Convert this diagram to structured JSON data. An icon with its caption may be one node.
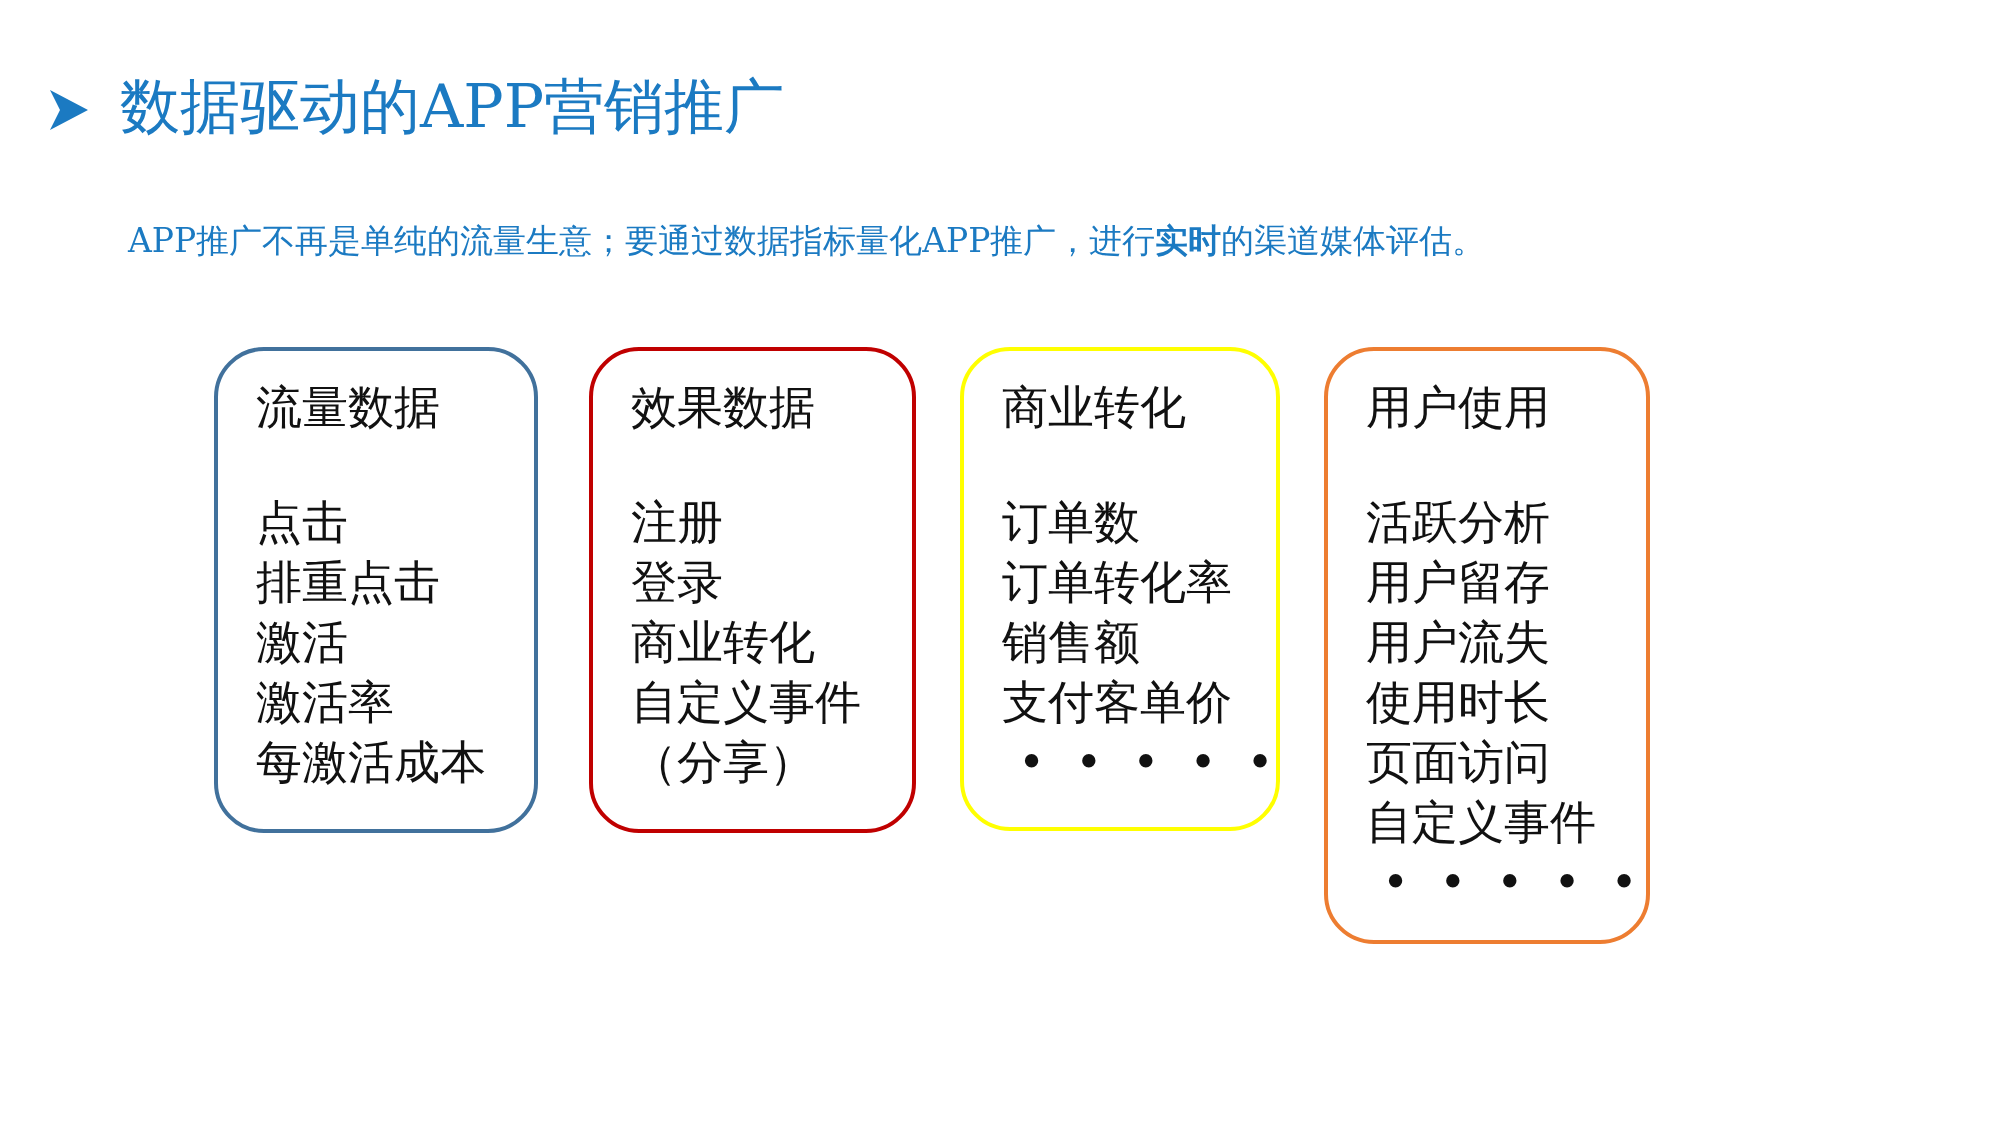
{
  "diagram": {
    "title": "数据驱动的APP营销推广",
    "nodes": [
      {
        "text": [
          "流量数据",
          "点击",
          "排重点击",
          "激活",
          "激活率",
          "每激活成本"
        ]
      },
      {
        "text": [
          "效果数据",
          "注册",
          "登录",
          "商业转化",
          "自定义事件",
          "（分享）"
        ]
      },
      {
        "text": [
          "商业转化",
          "订单数",
          "订单转化率",
          "销售额",
          "支付客单价",
          "•••••"
        ]
      },
      {
        "text": [
          "用户使用",
          "活跃分析",
          "用户留存",
          "用户流失",
          "使用时长",
          "页面访问",
          "自定义事件",
          "•••••"
        ]
      }
    ],
    "edges": [],
    "labels": [
      "APP推广不再是单纯的流量生意；要通过数据指标量化APP推广，进行**实时**的渠道媒体评估。"
    ]
  }
}
